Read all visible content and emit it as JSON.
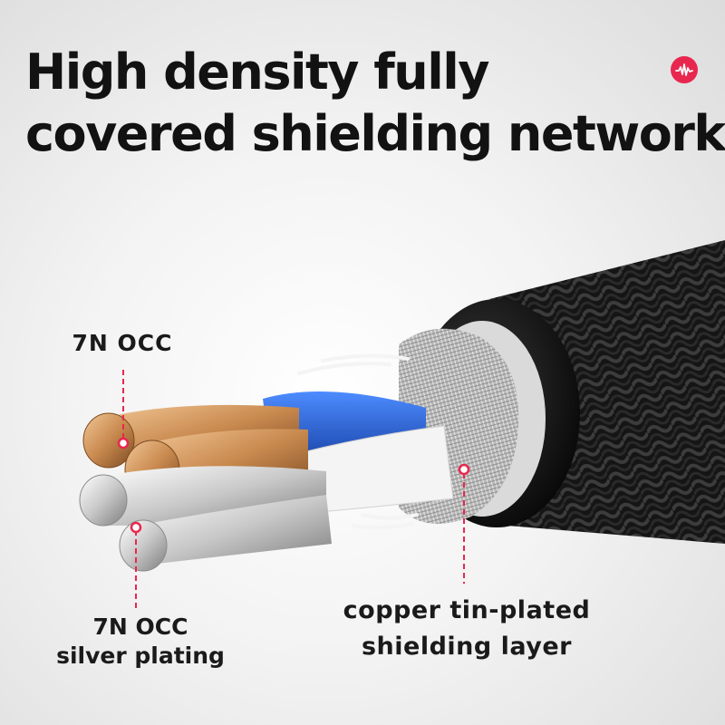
{
  "headline": {
    "line1": "High density fully",
    "line2": "covered shielding network"
  },
  "logo": {
    "icon": "waveform-logo-icon",
    "color": "#e8274f"
  },
  "callouts": {
    "conductor": "7N OCC",
    "silver_line1": "7N OCC",
    "silver_line2": "silver plating",
    "shield_line1": "copper tin-plated",
    "shield_line2": "shielding layer"
  },
  "colors": {
    "accent": "#e8274f",
    "text": "#121212",
    "braid": "#1c1c1c",
    "copper": "#c98a4f",
    "silver": "#c8c8c8",
    "insulation_blue": "#1f5fd6",
    "insulation_white": "#f2f2f2"
  }
}
